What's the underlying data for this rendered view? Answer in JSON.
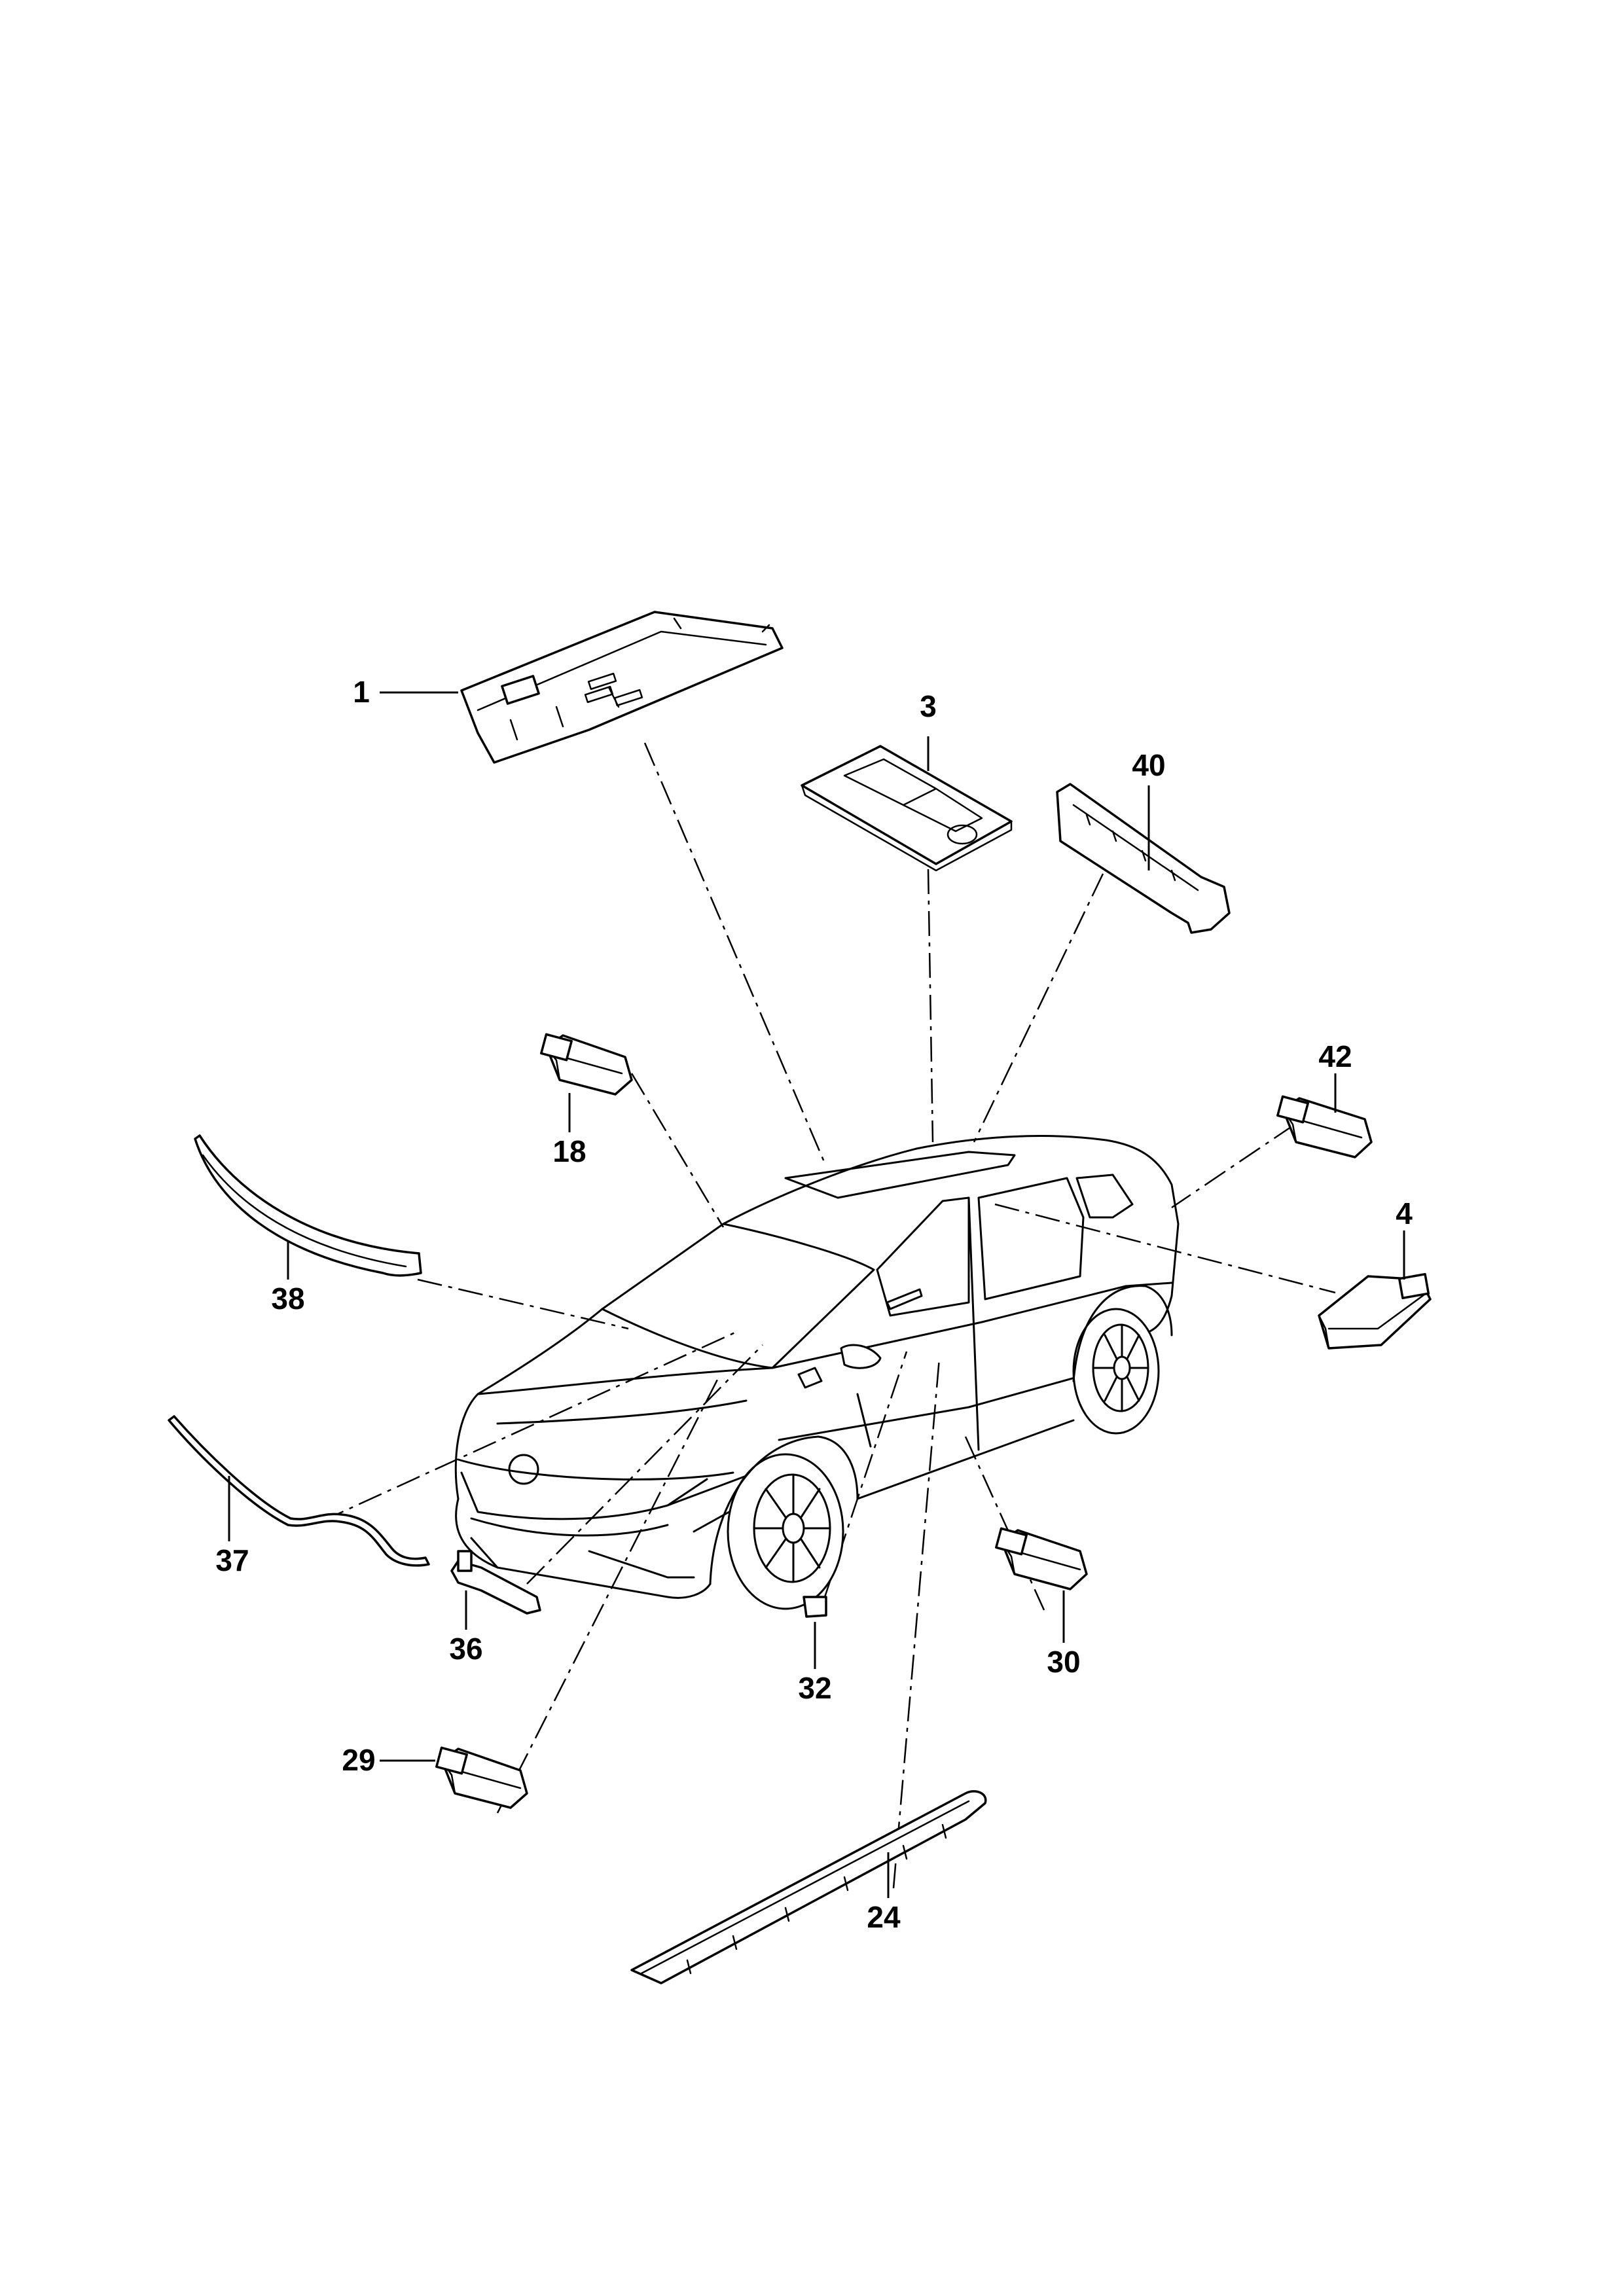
{
  "callouts": [
    {
      "id": "c1",
      "label": "1"
    },
    {
      "id": "c3",
      "label": "3"
    },
    {
      "id": "c40",
      "label": "40"
    },
    {
      "id": "c42",
      "label": "42"
    },
    {
      "id": "c4",
      "label": "4"
    },
    {
      "id": "c18",
      "label": "18"
    },
    {
      "id": "c38",
      "label": "38"
    },
    {
      "id": "c37",
      "label": "37"
    },
    {
      "id": "c36",
      "label": "36"
    },
    {
      "id": "c32",
      "label": "32"
    },
    {
      "id": "c30",
      "label": "30"
    },
    {
      "id": "c29",
      "label": "29"
    },
    {
      "id": "c24",
      "label": "24"
    }
  ]
}
